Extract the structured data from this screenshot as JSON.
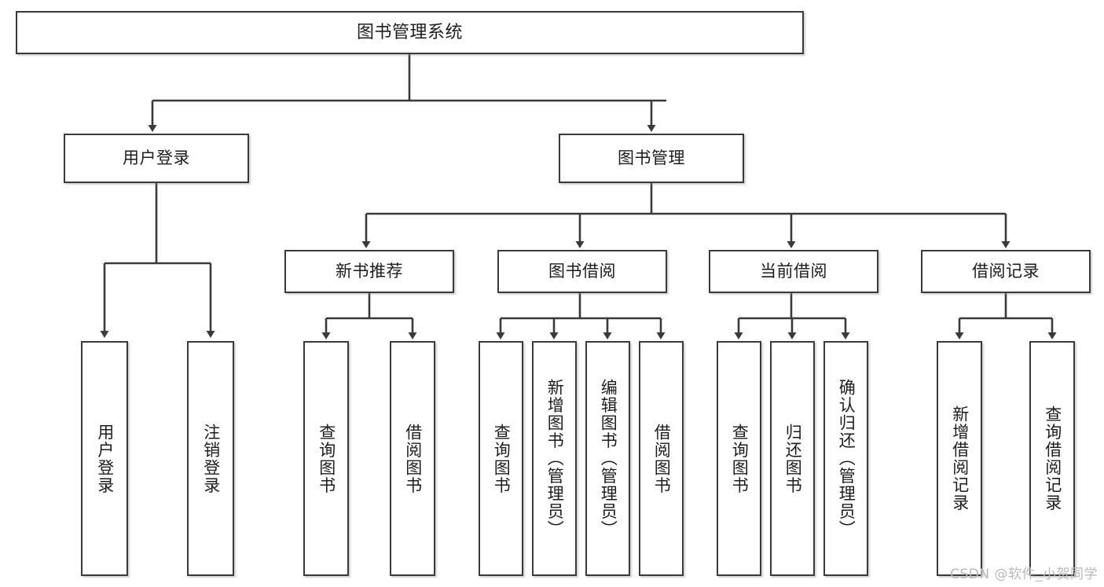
{
  "diagram": {
    "type": "tree-hierarchy-chart",
    "title": "图书管理系统",
    "colors": {
      "box_border": "#3a3a3a",
      "box_fill": "#ffffff",
      "connector": "#3a3a3a",
      "text": "#1d1d1d",
      "watermark": "#b9b9b9"
    },
    "levels": {
      "level1": [
        "图书管理系统"
      ],
      "level2": [
        "用户登录",
        "图书管理"
      ],
      "level3": [
        "新书推荐",
        "图书借阅",
        "当前借阅",
        "借阅记录"
      ],
      "level4": [
        "用户登录",
        "注销登录",
        "查询图书",
        "借阅图书",
        "查询图书",
        "新增图书（管理员）",
        "编辑图书（管理员）",
        "借阅图书",
        "查询图书",
        "归还图书",
        "确认归还（管理员）",
        "新增借阅记录",
        "查询借阅记录"
      ]
    }
  },
  "nodes": {
    "root": {
      "label": "图书管理系统"
    },
    "user_login": {
      "label": "用户登录"
    },
    "book_manage": {
      "label": "图书管理"
    },
    "new_book_rec": {
      "label": "新书推荐"
    },
    "book_borrow": {
      "label": "图书借阅"
    },
    "current_borrow": {
      "label": "当前借阅"
    },
    "borrow_record": {
      "label": "借阅记录"
    },
    "leaf_user_login": {
      "label": "用户登录"
    },
    "leaf_logout": {
      "label": "注销登录"
    },
    "leaf_query_book_a": {
      "label": "查询图书"
    },
    "leaf_borrow_book_a": {
      "label": "借阅图书"
    },
    "leaf_query_book_b": {
      "label": "查询图书"
    },
    "leaf_add_book": {
      "label": "新增图书（管理员）"
    },
    "leaf_edit_book": {
      "label": "编辑图书（管理员）"
    },
    "leaf_borrow_book_b": {
      "label": "借阅图书"
    },
    "leaf_query_book_c": {
      "label": "查询图书"
    },
    "leaf_return_book": {
      "label": "归还图书"
    },
    "leaf_confirm_return": {
      "label": "确认归还（管理员）"
    },
    "leaf_add_record": {
      "label": "新增借阅记录"
    },
    "leaf_query_record": {
      "label": "查询借阅记录"
    }
  },
  "watermark": {
    "text": "CSDN @软件_小贺同学"
  }
}
